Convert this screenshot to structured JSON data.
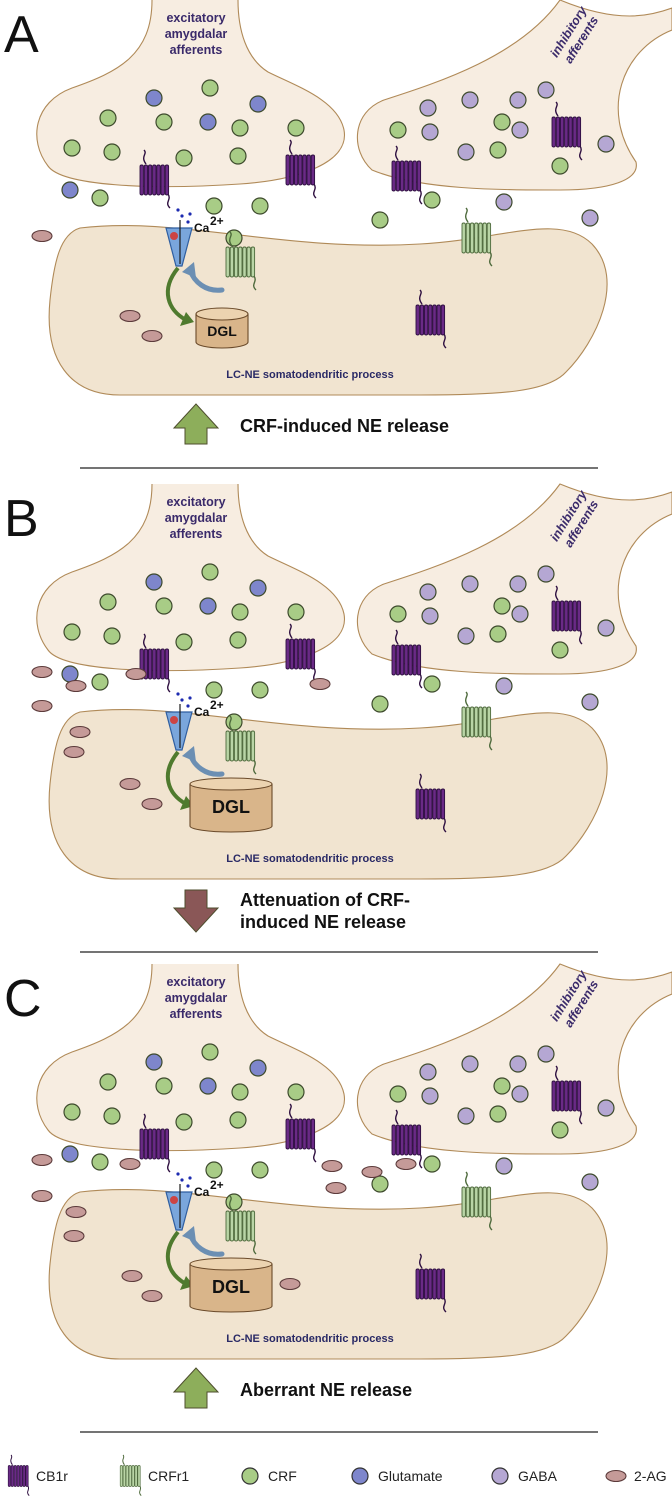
{
  "panels": [
    {
      "letter": "A",
      "excitatory_label": [
        "excitatory",
        "amygdalar",
        "afferents"
      ],
      "inhibitory_label": [
        "inhibitory",
        "afferents"
      ],
      "ca_label": "Ca",
      "ca_superscript": "2+",
      "dgl_label": "DGL",
      "process_label": "LC-NE somatodendritic process",
      "effect_lines": [
        "CRF-induced NE release"
      ],
      "effect_direction": "up",
      "effect_color": "#8dae5b",
      "dgl_size": "small"
    },
    {
      "letter": "B",
      "excitatory_label": [
        "excitatory",
        "amygdalar",
        "afferents"
      ],
      "inhibitory_label": [
        "inhibitory",
        "afferents"
      ],
      "ca_label": "Ca",
      "ca_superscript": "2+",
      "dgl_label": "DGL",
      "process_label": "LC-NE somatodendritic process",
      "effect_lines": [
        "Attenuation of CRF-",
        "induced NE release"
      ],
      "effect_direction": "down",
      "effect_color": "#8a5757",
      "dgl_size": "large"
    },
    {
      "letter": "C",
      "excitatory_label": [
        "excitatory",
        "amygdalar",
        "afferents"
      ],
      "inhibitory_label": [
        "inhibitory",
        "afferents"
      ],
      "ca_label": "Ca",
      "ca_superscript": "2+",
      "dgl_label": "DGL",
      "process_label": "LC-NE somatodendritic process",
      "effect_lines": [
        "Aberrant NE release"
      ],
      "effect_direction": "up",
      "effect_color": "#8dae5b",
      "dgl_size": "large"
    }
  ],
  "legend": [
    {
      "icon": "cb1r-receptor-icon",
      "label": "CB1r"
    },
    {
      "icon": "crfr1-receptor-icon",
      "label": "CRFr1"
    },
    {
      "icon": "crf-molecule-icon",
      "label": "CRF"
    },
    {
      "icon": "glutamate-molecule-icon",
      "label": "Glutamate"
    },
    {
      "icon": "gaba-molecule-icon",
      "label": "GABA"
    },
    {
      "icon": "2ag-molecule-icon",
      "label": "2-AG"
    }
  ],
  "colors": {
    "terminal_fill": "#f7ede1",
    "terminal_stroke": "#b08a58",
    "process_fill": "#f1e4d0",
    "crf": "#a8cc86",
    "glutamate": "#7e86cc",
    "gaba": "#b5a7d3",
    "two_ag": "#c59a98",
    "cb1r": "#6a2a86",
    "crfr1": "#b9d5a6",
    "dgl": "#d9b58a"
  }
}
